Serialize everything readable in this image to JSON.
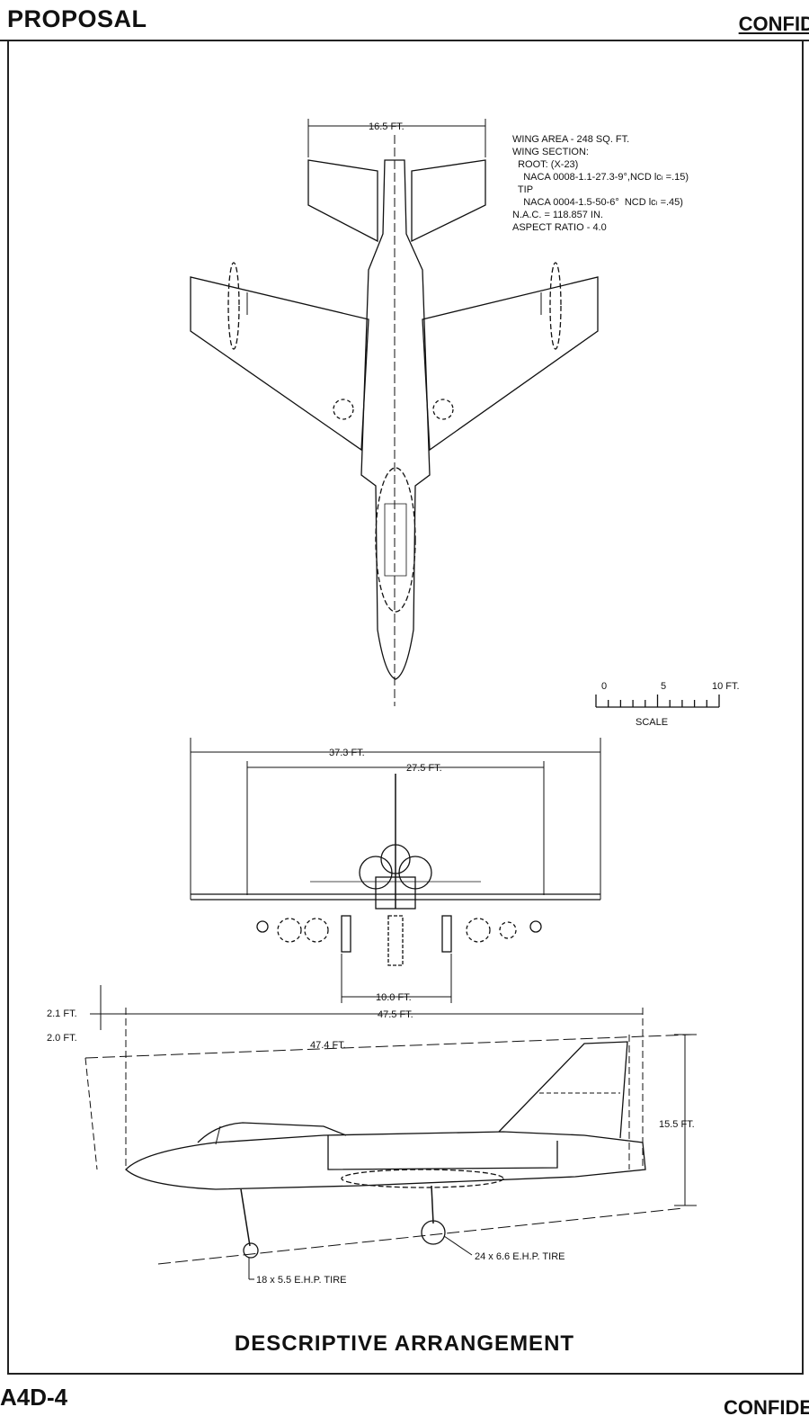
{
  "header": {
    "left": "PROPOSAL",
    "right": "CONFID"
  },
  "footer": {
    "page_id": "A4D-4",
    "right": "CONFIDE"
  },
  "notes": [
    "WING AREA - 248 SQ. FT.",
    "WING SECTION:",
    "  ROOT: (X-23)",
    "    NACA 0008-1.1-27.3-9°,NCD lcₗ =.15)",
    "  TIP",
    "    NACA 0004-1.5-50-6°  NCD lcₗ =.45)",
    "N.A.C. = 118.857 IN.",
    "ASPECT RATIO - 4.0"
  ],
  "dims": {
    "tail_span": "16.5 FT.",
    "wing_span": "37.3 FT.",
    "span_27": "27.5 FT.",
    "gear_track": "10.0 FT.",
    "len_47_5": "47.5 FT.",
    "len_47_4": "47.4 FT.",
    "h_2_1": "2.1 FT.",
    "h_2_0": "2.0 FT.",
    "height": "15.5 FT.",
    "main_tire": "24 x 6.6 E.H.P. TIRE",
    "nose_tire": "18 x 5.5 E.H.P. TIRE"
  },
  "scale": {
    "zero": "0",
    "mid": "5",
    "end": "10 FT.",
    "label": "SCALE"
  },
  "caption": "DESCRIPTIVE ARRANGEMENT"
}
